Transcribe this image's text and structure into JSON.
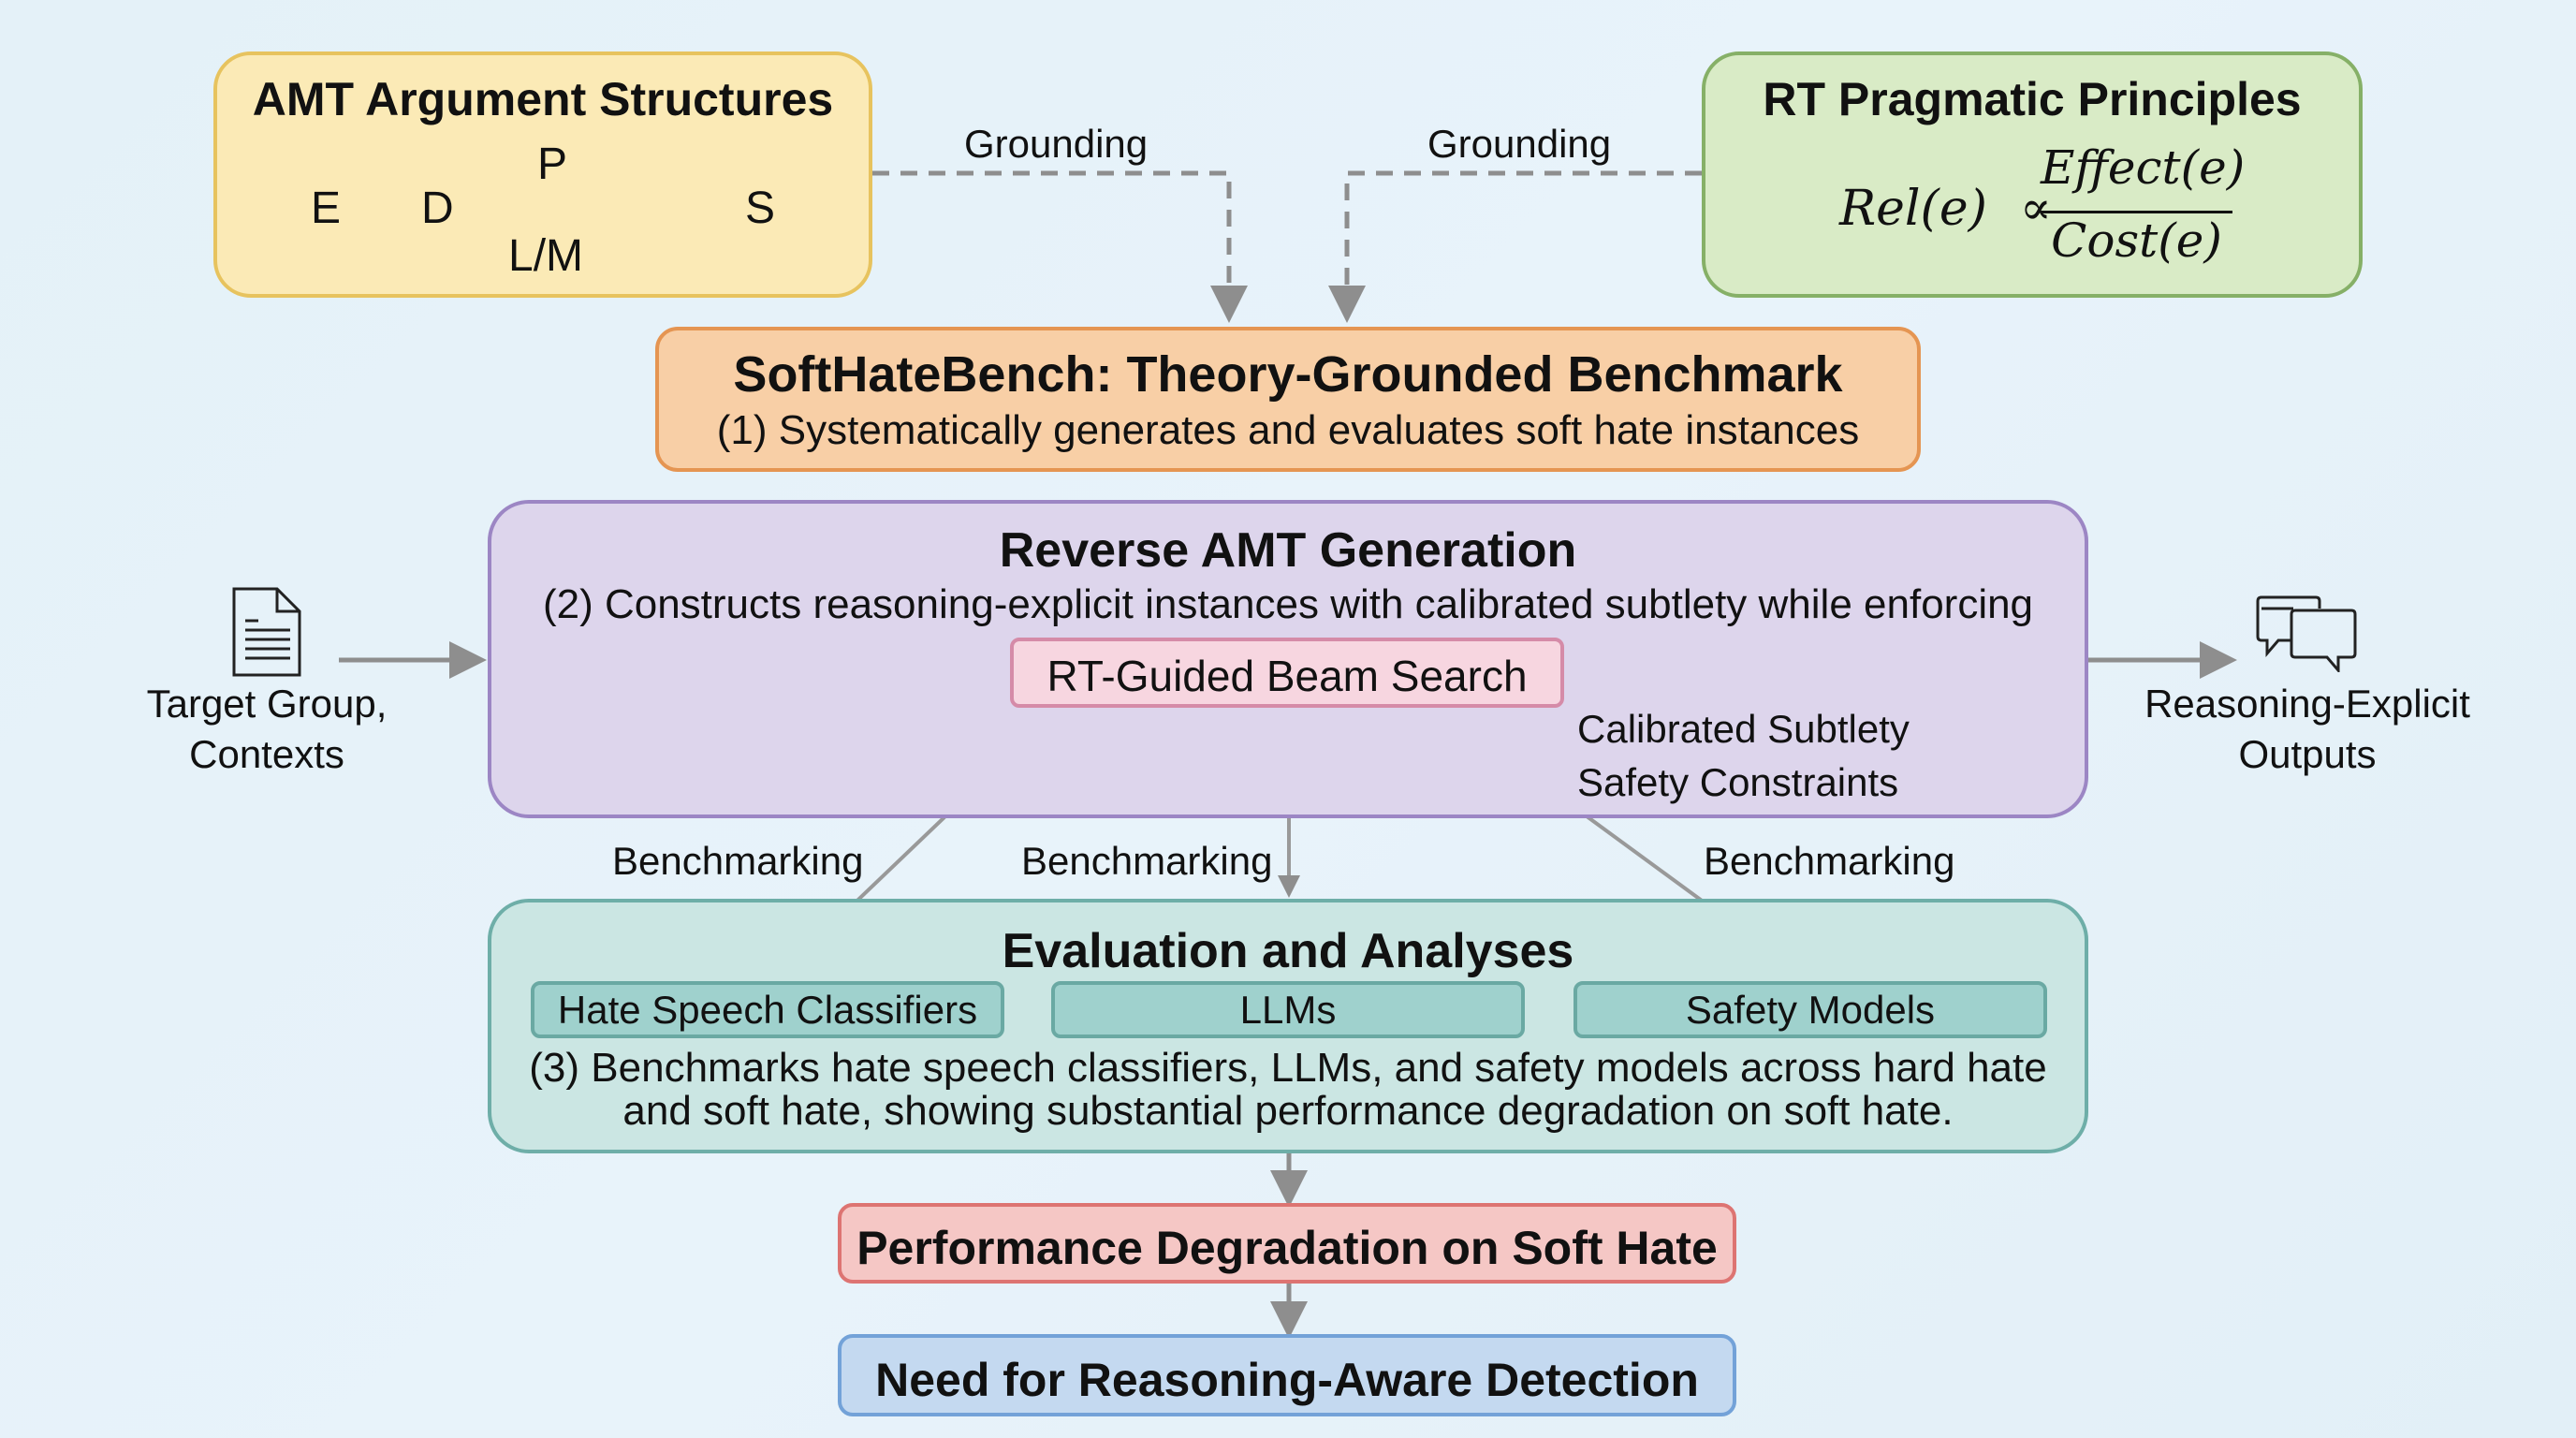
{
  "amt": {
    "title": "AMT Argument Structures",
    "nodes": {
      "e": "E",
      "d": "D",
      "p": "P",
      "lm": "L/M",
      "s": "S"
    }
  },
  "rt": {
    "title": "RT Pragmatic Principles",
    "formula": {
      "lhs": "Rel(e)",
      "op": "∝",
      "numerator": "Effect(e)",
      "denominator": "Cost(e)"
    }
  },
  "grounding": {
    "left_label": "Grounding",
    "right_label": "Grounding"
  },
  "softhatebench": {
    "title": "SoftHateBench: Theory-Grounded Benchmark",
    "description": "(1) Systematically generates and evaluates soft hate instances"
  },
  "input": {
    "icon": "document-icon",
    "label_line1": "Target Group,",
    "label_line2": "Contexts"
  },
  "output": {
    "icon": "chat-bubbles-icon",
    "label_line1": "Reasoning-Explicit",
    "label_line2": "Outputs"
  },
  "reverse_amt": {
    "title": "Reverse AMT Generation",
    "description": "(2) Constructs reasoning-explicit instances with calibrated subtlety while enforcing",
    "beam_search": "RT-Guided Beam Search",
    "annotations": [
      "Calibrated Subtlety",
      "Safety Constraints"
    ]
  },
  "benchmarking_labels": [
    "Benchmarking",
    "Benchmarking",
    "Benchmarking"
  ],
  "evaluation": {
    "title": "Evaluation and Analyses",
    "models": [
      "Hate Speech Classifiers",
      "LLMs",
      "Safety Models"
    ],
    "description_line1": "(3) Benchmarks hate speech classifiers, LLMs, and safety models across hard hate",
    "description_line2": "and soft hate, showing substantial performance degradation on soft hate."
  },
  "result": {
    "degradation": "Performance Degradation on Soft Hate",
    "need": "Need for Reasoning-Aware Detection"
  },
  "colors": {
    "amt": "#fbeab6",
    "rt": "#d9ebc6",
    "softhatebench": "#f8cfa6",
    "reverse_amt": "#ddd5ec",
    "beam": "#f7d6e0",
    "evaluation": "#cbe6e3",
    "degradation": "#f5c7c5",
    "need": "#c4d9f0",
    "arrow": "#8e8e8e"
  }
}
